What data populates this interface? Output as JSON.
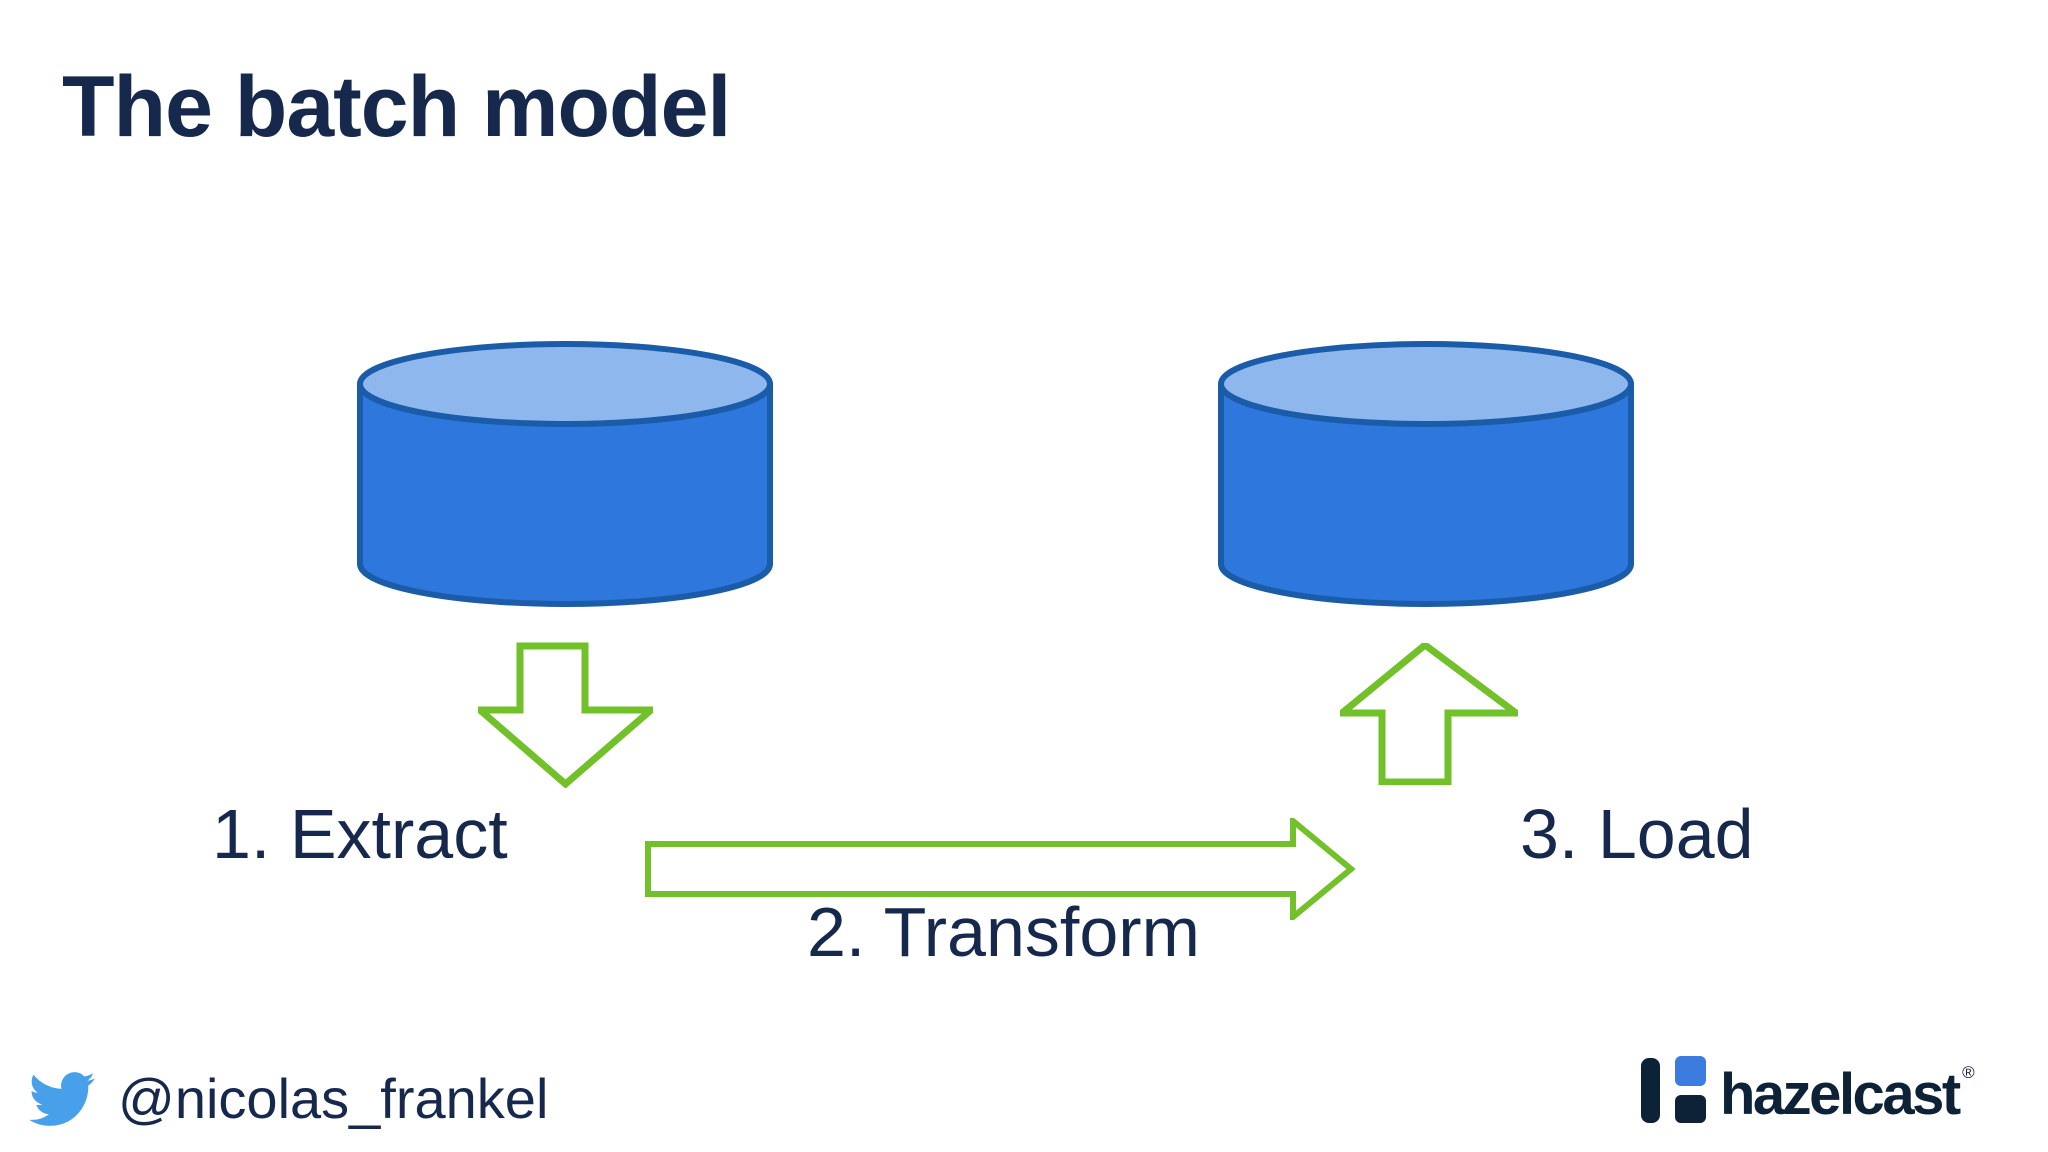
{
  "slide": {
    "title": "The batch model"
  },
  "diagram": {
    "source_database": "database-cylinder",
    "target_database": "database-cylinder",
    "steps": [
      {
        "label": "1. Extract",
        "arrow": "down-block-arrow"
      },
      {
        "label": "2. Transform",
        "arrow": "right-block-arrow"
      },
      {
        "label": "3. Load",
        "arrow": "up-block-arrow"
      }
    ]
  },
  "footer": {
    "twitter_handle": "@nicolas_frankel",
    "logo_text": "hazelcast",
    "logo_reg": "®"
  },
  "theme": {
    "navy": "#16294C",
    "green": "#72C12B",
    "cylinder-body": "#2E77DC",
    "cylinder-top": "#8EB7ED",
    "cylinder-stroke": "#1A5CA8",
    "twitter-blue": "#47A0E9",
    "logo-navy": "#0D2137",
    "logo-blue": "#3B7CDE",
    "bg": "#FFFFFF"
  }
}
